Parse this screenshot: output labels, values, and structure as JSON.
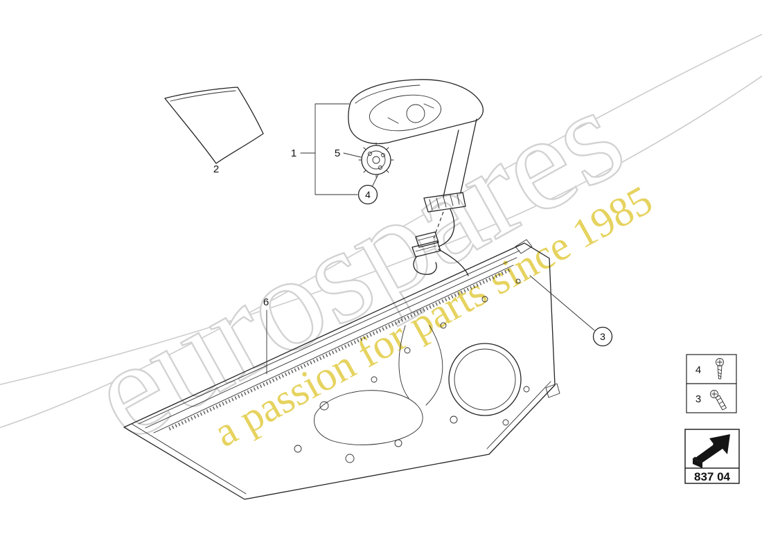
{
  "watermark": {
    "brand": "eurospares",
    "tagline": "a passion for parts since 1985",
    "brand_outline_color": "#d2d2d2",
    "tagline_color": "#e4d052"
  },
  "diagram": {
    "callouts": {
      "mirror_assembly": "1",
      "mirror_glass": "2",
      "bolt": "3",
      "screw": "4",
      "adjusting_motor": "5",
      "door_panel": "6"
    }
  },
  "legend": {
    "rows": [
      {
        "label": "4",
        "icon": "screw-icon"
      },
      {
        "label": "3",
        "icon": "bolt-icon"
      }
    ]
  },
  "part_group": {
    "code": "837 04"
  }
}
